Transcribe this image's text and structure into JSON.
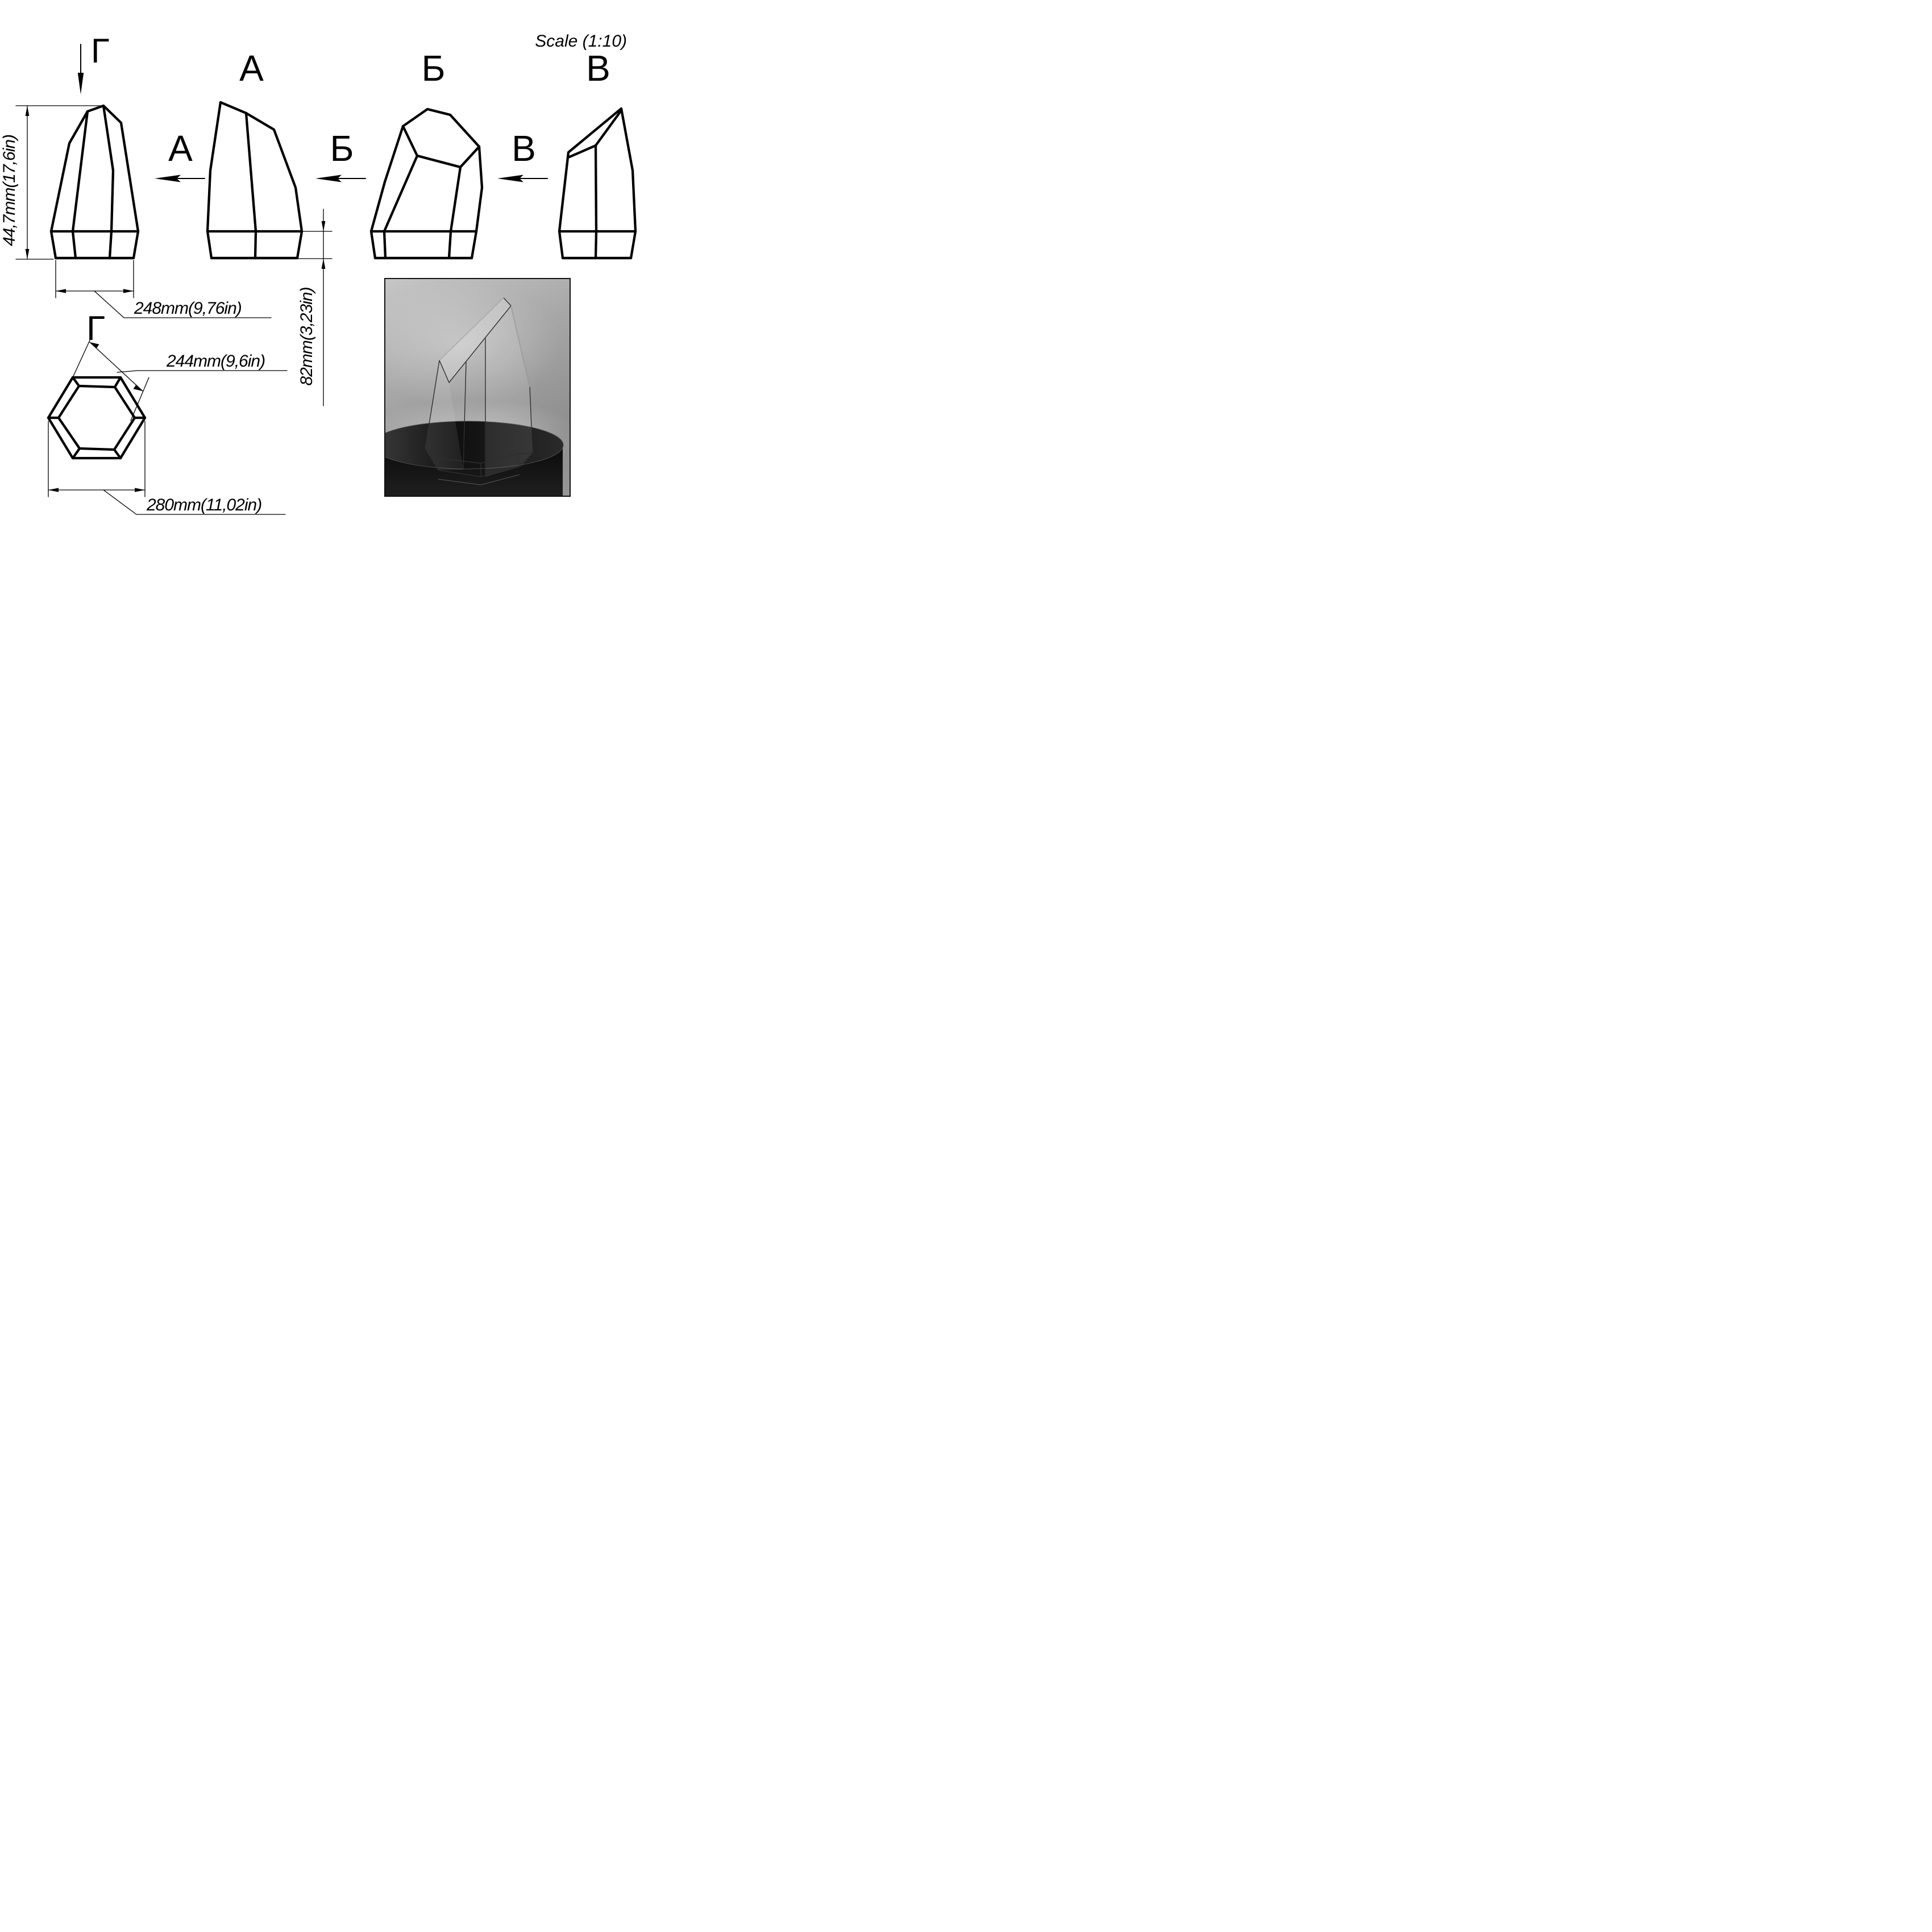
{
  "scale_note": "Scale (1:10)",
  "view_letters": {
    "top_plan_marker": "Г",
    "plan_view_label": "Г",
    "a": "А",
    "b": "Б",
    "v": "В"
  },
  "dimensions": {
    "height": "44,7mm(17,6in)",
    "width": "248mm(9,76in)",
    "skirt_height": "82mm(3,23in)",
    "base_diagonal": "244mm(9,6in)",
    "base_width": "280mm(11,02in)"
  },
  "colors": {
    "line": "#000000",
    "photo_background_light": "#c6c6c6",
    "photo_background_dark": "#8d8d8d",
    "pedestal": "#141414"
  }
}
